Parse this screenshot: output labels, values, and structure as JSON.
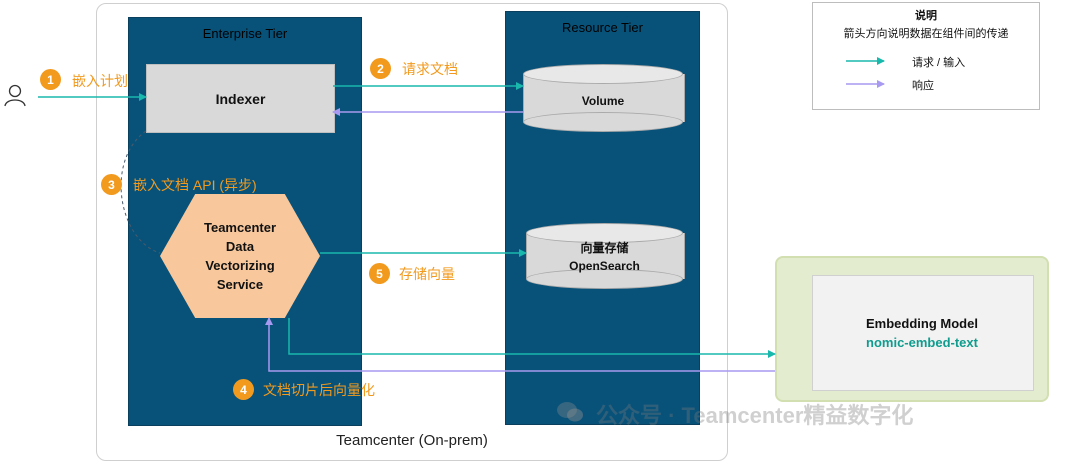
{
  "container": {
    "label": "Teamcenter (On-prem)"
  },
  "tiers": {
    "enterprise": "Enterprise Tier",
    "resource": "Resource Tier"
  },
  "components": {
    "indexer": "Indexer",
    "volume": "Volume",
    "vector_store_cn": "向量存储",
    "vector_store_en": "OpenSearch",
    "service_lines": [
      "Teamcenter",
      "Data",
      "Vectorizing",
      "Service"
    ],
    "embedding_title": "Embedding Model",
    "embedding_model": "nomic-embed-text"
  },
  "legend": {
    "title": "说明",
    "description": "箭头方向说明数据在组件间的传递",
    "request_label": "请求 / 输入",
    "response_label": "响应",
    "request_color": "#19b8ad",
    "response_color": "#a79af0"
  },
  "steps": [
    {
      "num": "1",
      "label": "嵌入计划"
    },
    {
      "num": "2",
      "label": "请求文档"
    },
    {
      "num": "3",
      "label": "嵌入文档 API (异步)"
    },
    {
      "num": "4",
      "label": "文档切片后向量化"
    },
    {
      "num": "5",
      "label": "存储向量"
    }
  ],
  "watermark": "公众号 · Teamcenter精益数字化",
  "icons": {
    "user": "user-icon",
    "watermark": "wechat-icon"
  }
}
